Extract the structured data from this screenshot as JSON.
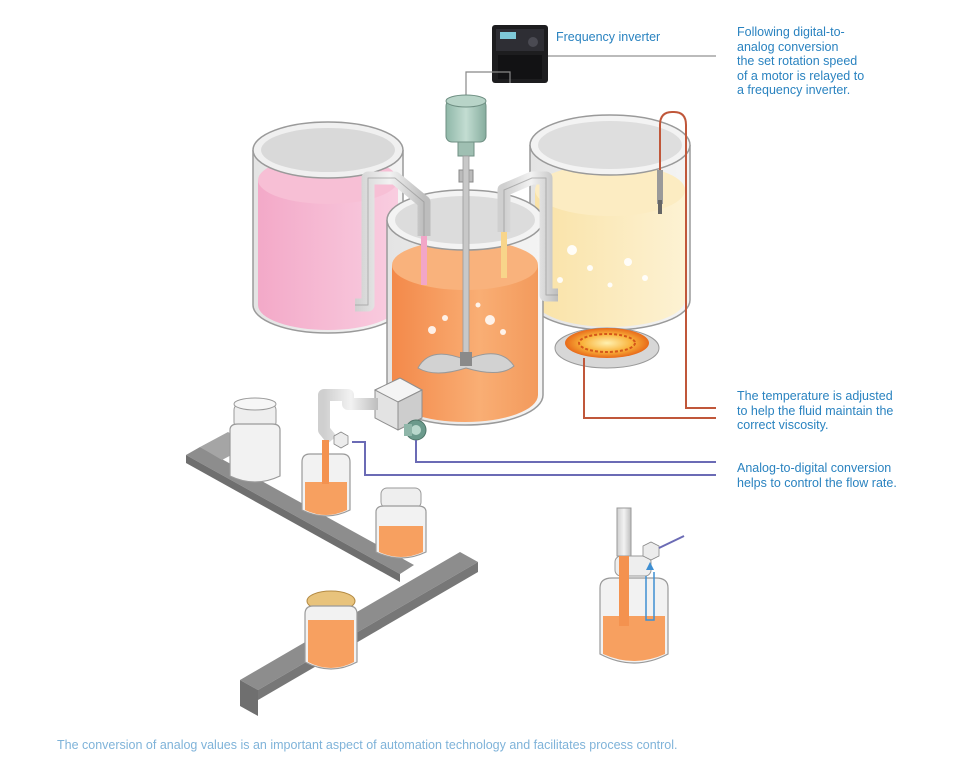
{
  "labels": {
    "frequency_inverter": "Frequency inverter",
    "inverter_note": [
      "Following digital-to-",
      "analog conversion",
      "the set rotation speed",
      "of a motor is relayed to",
      "a frequency inverter."
    ],
    "temperature_note": [
      "The temperature is adjusted",
      "to help the fluid maintain the",
      "correct viscosity."
    ],
    "flow_note": [
      "Analog-to-digital conversion",
      "helps to control the flow rate."
    ]
  },
  "caption": "The conversion of analog values is an important aspect of automation technology and facilitates process control.",
  "colors": {
    "label_text": "#2a83c0",
    "caption_text": "#7fb3d9",
    "pink_fluid": "#f4a6c4",
    "orange_fluid": "#f7a060",
    "yellow_fluid": "#fbe7b0",
    "heater_wire": "#c0573a",
    "signal_wire": "#6b6bb5",
    "conveyor": "#9a9a9a"
  }
}
